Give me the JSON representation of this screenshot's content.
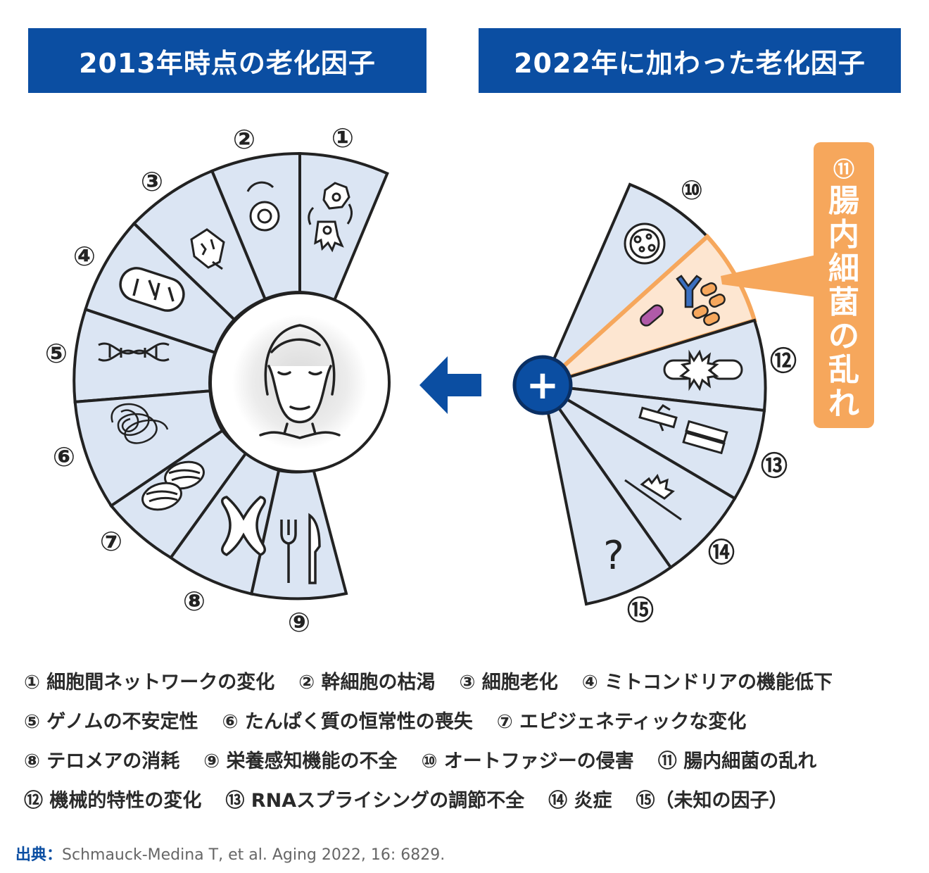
{
  "headers": {
    "left": "2013年時点の老化因子",
    "right": "2022年に加わった老化因子"
  },
  "left_numbers": [
    "①",
    "②",
    "③",
    "④",
    "⑤",
    "⑥",
    "⑦",
    "⑧",
    "⑨"
  ],
  "right_numbers": [
    "⑩",
    "⑫",
    "⑬",
    "⑭",
    "⑮"
  ],
  "plus_symbol": "+",
  "question_mark": "?",
  "callout": {
    "number": "⑪",
    "text": "腸内細菌の乱れ"
  },
  "legend": {
    "rows": [
      [
        "① 細胞間ネットワークの変化",
        "② 幹細胞の枯渇",
        "③ 細胞老化",
        "④ ミトコンドリアの機能低下"
      ],
      [
        "⑤ ゲノムの不安定性",
        "⑥ たんぱく質の恒常性の喪失",
        "⑦ エピジェネティックな変化"
      ],
      [
        "⑧ テロメアの消耗",
        "⑨ 栄養感知機能の不全",
        "⑩ オートファジーの侵害",
        "⑪ 腸内細菌の乱れ"
      ],
      [
        "⑫ 機械的特性の変化",
        "⑬ RNAスプライシングの調節不全",
        "⑭ 炎症",
        "⑮（未知の因子）"
      ]
    ],
    "highlight": "⑪ 腸内細菌の乱れ"
  },
  "source": {
    "label": "出典：",
    "text": "Schmauck-Medina T, et al. Aging 2022, 16: 6829."
  },
  "colors": {
    "navy": "#0b4ea2",
    "segment": "#dbe5f3",
    "accent": "#f6a75c",
    "accent_light": "#fde6d1"
  }
}
